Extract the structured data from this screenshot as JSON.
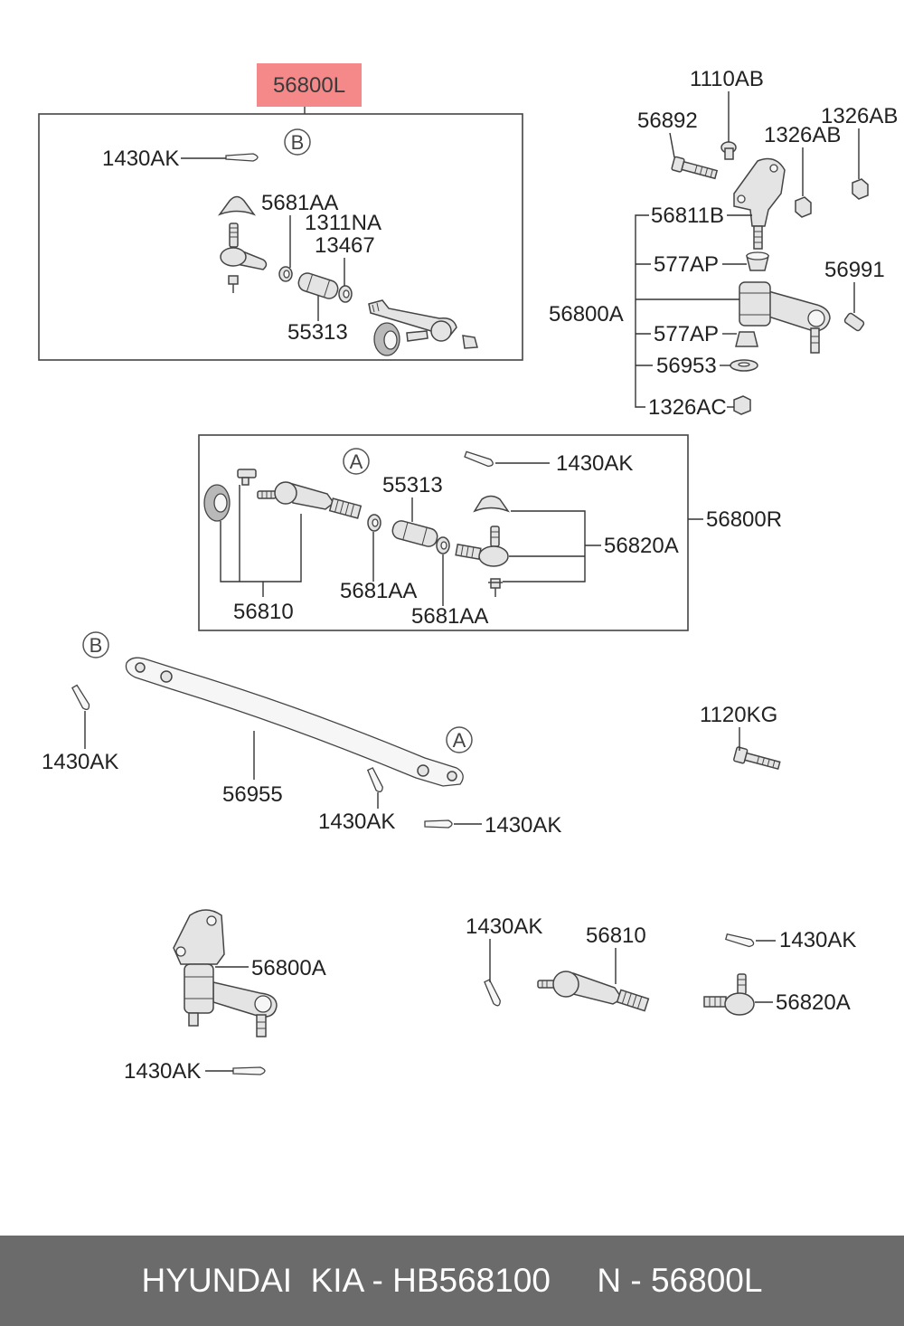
{
  "header_part": "56800L",
  "box_b": {
    "marker": "B",
    "labels": [
      "1430AK",
      "5681AA",
      "1311NA",
      "13467",
      "55313"
    ]
  },
  "idler_arm": {
    "labels": [
      "1110AB",
      "56892",
      "1326AB",
      "1326AB",
      "56811B",
      "577AP",
      "56991",
      "56800A",
      "577AP",
      "56953",
      "1326AC"
    ]
  },
  "box_a": {
    "marker": "A",
    "labels": [
      "1430AK",
      "55313",
      "56800R",
      "56820A",
      "5681AA",
      "56810",
      "5681AA"
    ]
  },
  "center_link": {
    "marker_b": "B",
    "marker_a": "A",
    "labels": [
      "1430AK",
      "56955",
      "1120KG",
      "1430AK",
      "1430AK"
    ]
  },
  "loose_parts": {
    "labels": [
      "1430AK",
      "56810",
      "1430AK",
      "56800A",
      "56820A",
      "1430AK"
    ]
  },
  "footer": {
    "text": "HYUNDAI  KIA - HB568100     N - 56800L"
  },
  "colors": {
    "highlight": "#f47c7c",
    "footer_background": "#6b6b6b",
    "footer_text": "#ffffff",
    "line": "#333333"
  }
}
